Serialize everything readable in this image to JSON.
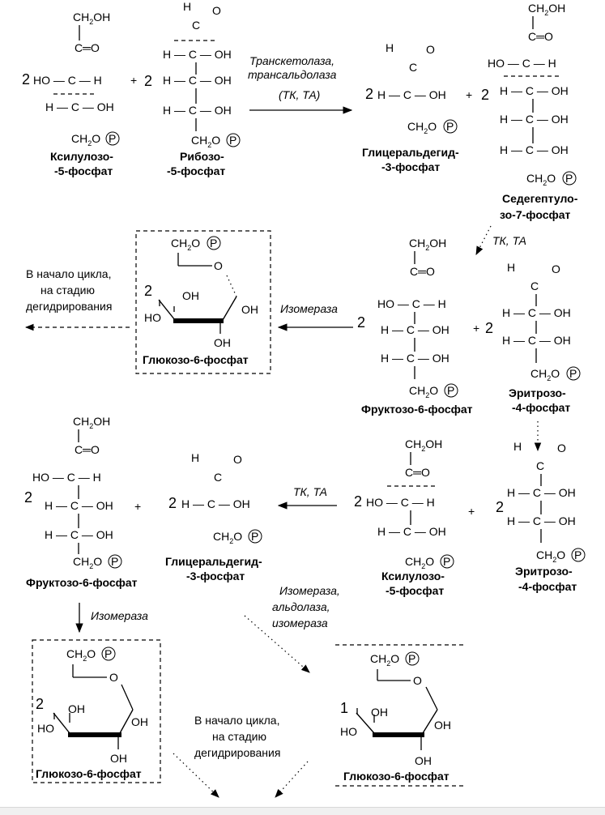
{
  "labels": {
    "xylulose5p": [
      "Ксилулозо-",
      "-5-фосфат"
    ],
    "ribose5p": [
      "Рибозо-",
      "-5-фосфат"
    ],
    "ga3p": [
      "Глицеральдегид-",
      "-3-фосфат"
    ],
    "sedo7p": [
      "Седегептуло-",
      "зо-7-фосфат"
    ],
    "fru6p": "Фруктозо-6-фосфат",
    "ery4p": [
      "Эритрозо-",
      "-4-фосфат"
    ],
    "glc6p": "Глюкозо-6-фосфат"
  },
  "enzymes": {
    "tk_ta_full": [
      "Транскетолаза,",
      "трансальдолаза",
      "(ТК, ТА)"
    ],
    "tk_ta": "ТК, ТА",
    "isomerase": "Изомераза",
    "iso_aldolase": [
      "Изомераза,",
      "альдолаза,",
      "изомераза"
    ]
  },
  "notes": {
    "cycle_start": [
      "В начало цикла,",
      "на стадию",
      "дегидрирования"
    ]
  },
  "coefficients": {
    "two": "2",
    "one": "1",
    "plus": "+"
  },
  "groups": {
    "h": "H",
    "o": "O",
    "c": "C",
    "p": "P",
    "ch2oh_pre": "CH",
    "ch2oh_post": "OH",
    "ch2o_pre": "CH",
    "ch2o_post": "O",
    "sub2": "2",
    "c_eq_o": "C═O",
    "ho_c_h": "HO — C — H",
    "h_c_oh": "H — C — OH",
    "h_dash": "H —",
    "dash_oh": "— OH",
    "ho_dash": "HO —",
    "dash_h": "— H",
    "ring_o": "O",
    "oh": "OH",
    "ho": "HO"
  }
}
